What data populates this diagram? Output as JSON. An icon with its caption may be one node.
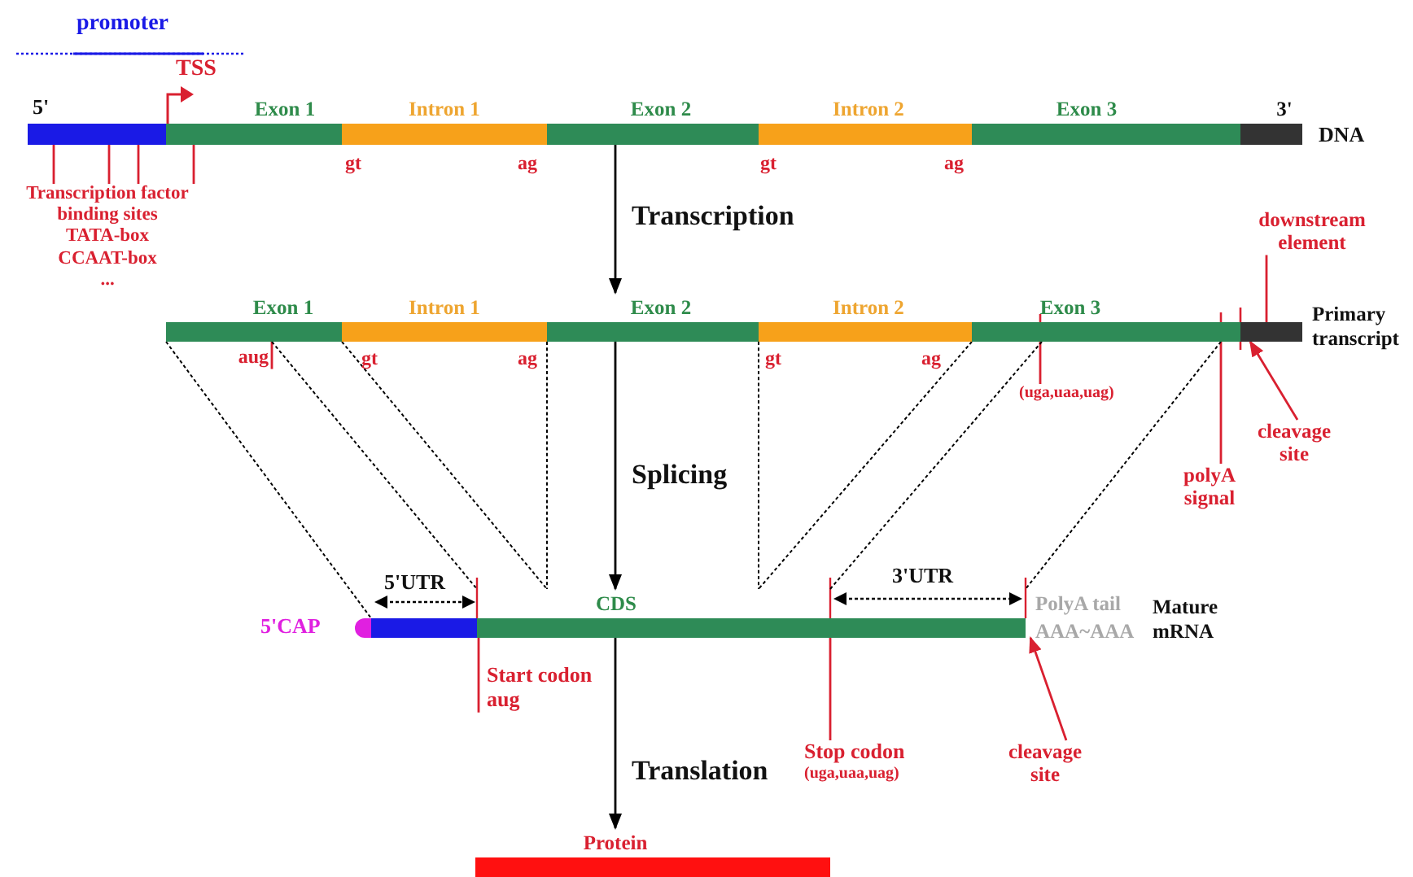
{
  "diagram": {
    "nodes": [
      {
        "text": [],
        "shape": "bar"
      },
      {
        "text": [
          "Exon 1"
        ]
      },
      {
        "text": [
          "Intron 1"
        ],
        "beside": [
          "gt",
          "ag"
        ]
      },
      {
        "text": [
          "Exon 2"
        ]
      },
      {
        "text": [
          "Intron 2"
        ],
        "beside": [
          "gt",
          "ag"
        ]
      },
      {
        "text": [
          "Exon 3"
        ]
      },
      {
        "text": [
          "3'"
        ]
      },
      {
        "text": [
          "Transcription factor binding sites",
          "TATA-box",
          "CCAAT-box",
          "..."
        ]
      },
      {
        "text": [
          "Exon 1"
        ]
      },
      {
        "text": [
          "Intron 1"
        ],
        "beside": [
          "gt",
          "ag"
        ]
      },
      {
        "text": [
          "Exon 2"
        ]
      },
      {
        "text": [
          "Intron 2"
        ],
        "beside": [
          "gt",
          "ag"
        ]
      },
      {
        "text": [
          "Exon 3"
        ]
      },
      {
        "text": [],
        "shape": "bar"
      },
      {
        "text": [
          "aug"
        ]
      },
      {
        "text": [
          "(uga,uaa,uag)"
        ]
      },
      {
        "text": [
          "polyA signal"
        ]
      },
      {
        "text": [
          "downstream element"
        ]
      },
      {
        "text": [
          "cleavage site"
        ]
      },
      {
        "text": [],
        "shape": "circle",
        "beside": [
          "5'CAP"
        ]
      },
      {
        "text": [],
        "shape": "bar"
      },
      {
        "text": [
          "CDS"
        ]
      },
      {
        "text": [
          "Start codon",
          "aug"
        ]
      },
      {
        "text": [
          "Stop codon",
          "(uga,uaa,uag)"
        ]
      },
      {
        "text": [
          "cleavage site"
        ]
      },
      {
        "text": [
          "Protein"
        ]
      }
    ],
    "edges": [
      {
        "from": 7,
        "to": 0,
        "arrow": "none"
      },
      {
        "from": 7,
        "to": 0,
        "arrow": "none"
      },
      {
        "from": 7,
        "to": 0,
        "arrow": "none"
      },
      {
        "from": 7,
        "to": 1,
        "arrow": "none"
      },
      {
        "from": 3,
        "to": 10,
        "arrow": "to",
        "label": "Transcription",
        "color": "#000000"
      },
      {
        "from": 14,
        "to": 8,
        "arrow": "none"
      },
      {
        "from": 15,
        "to": 12,
        "arrow": "none"
      },
      {
        "from": 16,
        "to": 12,
        "arrow": "none"
      },
      {
        "from": 17,
        "to": 13,
        "arrow": "none"
      },
      {
        "from": 18,
        "to": 13,
        "arrow": "to"
      },
      {
        "from": 10,
        "to": 21,
        "arrow": "to",
        "label": "Splicing",
        "color": "#000000"
      },
      {
        "from": 8,
        "to": 20,
        "arrow": "none",
        "style": "dashed",
        "color": "#000000"
      },
      {
        "from": 8,
        "to": 21,
        "arrow": "none",
        "style": "dashed",
        "color": "#000000"
      },
      {
        "from": 9,
        "to": 21,
        "arrow": "none",
        "style": "dashed",
        "color": "#000000"
      },
      {
        "from": 10,
        "to": 21,
        "arrow": "none",
        "style": "dashed",
        "color": "#000000"
      },
      {
        "from": 10,
        "to": 21,
        "arrow": "none",
        "style": "dashed",
        "color": "#000000"
      },
      {
        "from": 11,
        "to": 21,
        "arrow": "none",
        "style": "dashed",
        "color": "#000000"
      },
      {
        "from": 12,
        "to": 21,
        "arrow": "none",
        "style": "dashed",
        "color": "#000000"
      },
      {
        "from": 12,
        "to": 21,
        "arrow": "none",
        "style": "dashed",
        "color": "#000000"
      },
      {
        "from": 21,
        "to": 25,
        "arrow": "to",
        "label": "Translation",
        "color": "#000000"
      },
      {
        "from": 22,
        "to": 21,
        "arrow": "none"
      },
      {
        "from": 23,
        "to": 21,
        "arrow": "none"
      },
      {
        "from": 24,
        "to": 21,
        "arrow": "to"
      }
    ],
    "labels": [
      "promoter",
      "5'",
      "TSS",
      "DNA",
      "Primary transcript",
      "5'UTR",
      "3'UTR",
      "PolyA tail",
      "AAA~AAA",
      "Mature mRNA"
    ]
  }
}
